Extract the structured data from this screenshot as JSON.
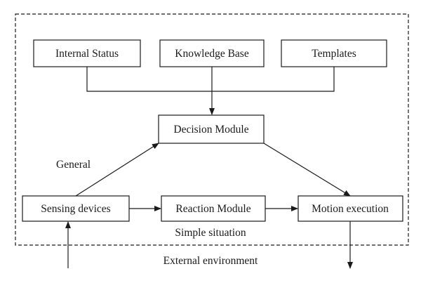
{
  "boxes": {
    "internal_status": "Internal Status",
    "knowledge_base": "Knowledge Base",
    "templates": "Templates",
    "decision_module": "Decision Module",
    "sensing_devices": "Sensing devices",
    "reaction_module": "Reaction Module",
    "motion_execution": "Motion execution"
  },
  "labels": {
    "general": "General",
    "simple_situation": "Simple situation",
    "external_environment": "External environment"
  },
  "colors": {
    "stroke": "#1a1a1a",
    "background": "#ffffff"
  }
}
